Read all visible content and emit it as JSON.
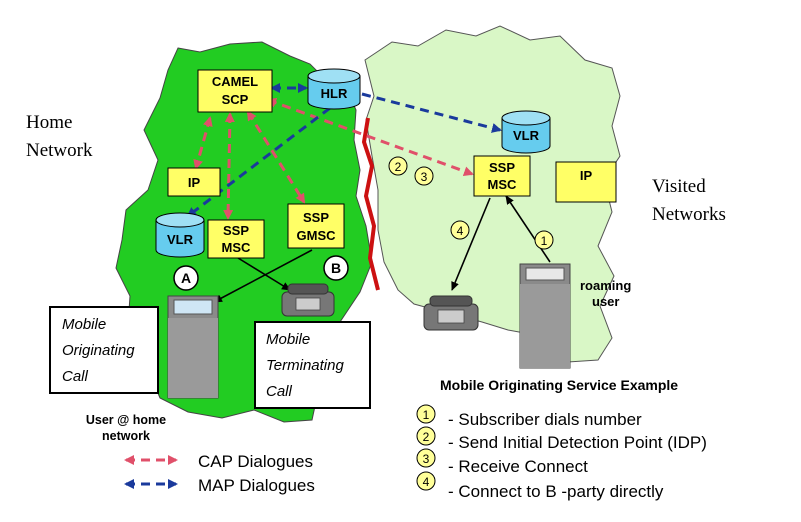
{
  "labels": {
    "home_network": [
      "Home",
      "Network"
    ],
    "visited_networks": [
      "Visited",
      "Networks"
    ],
    "user_home": [
      "User @ home",
      "network"
    ],
    "roaming_user": [
      "roaming",
      "user"
    ]
  },
  "nodes": {
    "camel_scp": [
      "CAMEL",
      "SCP"
    ],
    "hlr": "HLR",
    "ip_home": "IP",
    "vlr_home": "VLR",
    "ssp_msc_home": [
      "SSP",
      "MSC"
    ],
    "ssp_gmsc": [
      "SSP",
      "GMSC"
    ],
    "vlr_visited": "VLR",
    "ssp_msc_visited": [
      "SSP",
      "MSC"
    ],
    "ip_visited": "IP"
  },
  "markers": {
    "a": "A",
    "b": "B"
  },
  "step_markers": {
    "s1": "1",
    "s2": "2",
    "s3": "3",
    "s4": "4"
  },
  "call_boxes": {
    "originating": [
      "Mobile",
      "Originating",
      "Call"
    ],
    "terminating": [
      "Mobile",
      "Terminating",
      "Call"
    ]
  },
  "legend": {
    "cap": "CAP Dialogues",
    "map": "MAP Dialogues"
  },
  "example": {
    "title": "Mobile Originating Service Example",
    "steps": [
      {
        "num": "1",
        "text": "- Subscriber dials number"
      },
      {
        "num": "2",
        "text": "- Send Initial Detection Point (IDP)"
      },
      {
        "num": "3",
        "text": "- Receive Connect"
      },
      {
        "num": "4",
        "text": "- Connect to B -party directly"
      }
    ]
  },
  "colors": {
    "home_fill": "#22cc22",
    "visited_fill": "#d9f7c6",
    "node_fill": "#ffff66",
    "db_fill": "#66ccee",
    "cap_color": "#e0506a",
    "map_color": "#1a3a9c",
    "border_red": "#cc1111",
    "step_fill": "#ffff99"
  }
}
